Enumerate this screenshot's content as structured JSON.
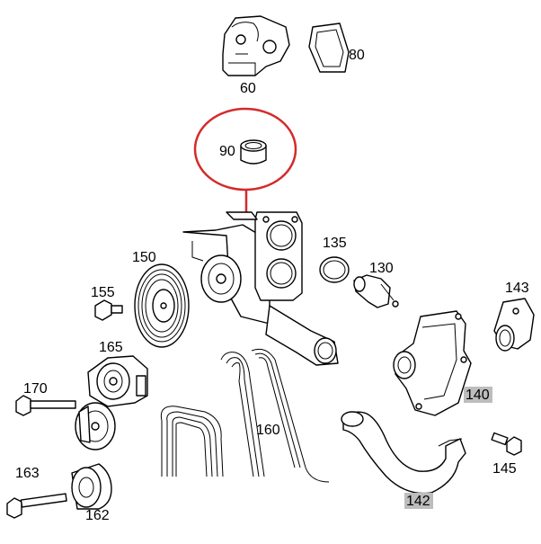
{
  "colors": {
    "callout": "#d42a2a",
    "highlight": "#bdbdbd",
    "line": "#000000"
  },
  "labels": {
    "p60": "60",
    "p80": "80",
    "p90": "90",
    "p135": "135",
    "p130": "130",
    "p150": "150",
    "p155": "155",
    "p143": "143",
    "p165": "165",
    "p170": "170",
    "p140": "140",
    "p160": "160",
    "p145": "145",
    "p163": "163",
    "p142": "142",
    "p162": "162"
  },
  "highlighted_labels": [
    "140",
    "142"
  ],
  "callout_target": "90"
}
